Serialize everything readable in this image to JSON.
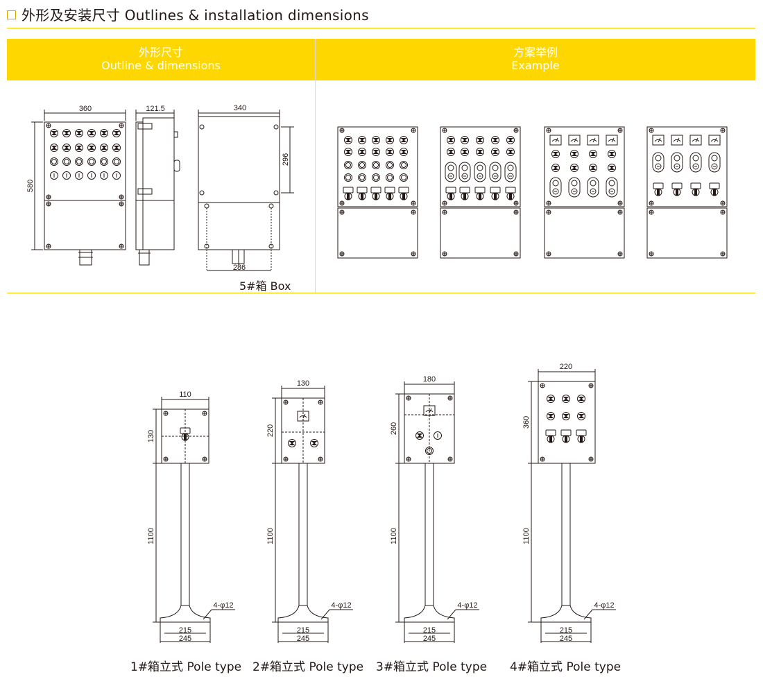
{
  "header": {
    "title": "外形及安装尺寸 Outlines & installation dimensions",
    "accent_color": "#fed700",
    "icon": "square-bullet-icon"
  },
  "bands": {
    "left": {
      "line1": "外形尺寸",
      "line2": "Outline & dimensions"
    },
    "right": {
      "line1": "方案举例",
      "line2": "Example"
    }
  },
  "box_drawing": {
    "dim_front_width": "360",
    "dim_side_depth": "121.5",
    "dim_back_width": "340",
    "dim_height": "580",
    "dim_upper_height": "296",
    "dim_mount": "286",
    "caption": "5#箱  Box"
  },
  "pole_types": [
    {
      "width": "110",
      "height": "130",
      "pole": "1100",
      "holes": "4-φ12",
      "base_inner": "215",
      "base_outer": "245",
      "caption": "1#箱立式  Pole type"
    },
    {
      "width": "130",
      "height": "220",
      "pole": "1100",
      "holes": "4-φ12",
      "base_inner": "215",
      "base_outer": "245",
      "caption": "2#箱立式  Pole type"
    },
    {
      "width": "180",
      "height": "260",
      "pole": "1100",
      "holes": "4-φ12",
      "base_inner": "215",
      "base_outer": "245",
      "caption": "3#箱立式  Pole type"
    },
    {
      "width": "220",
      "height": "360",
      "pole": "1100",
      "holes": "4-φ12",
      "base_inner": "215",
      "base_outer": "245",
      "caption": "4#箱立式  Pole type"
    }
  ]
}
